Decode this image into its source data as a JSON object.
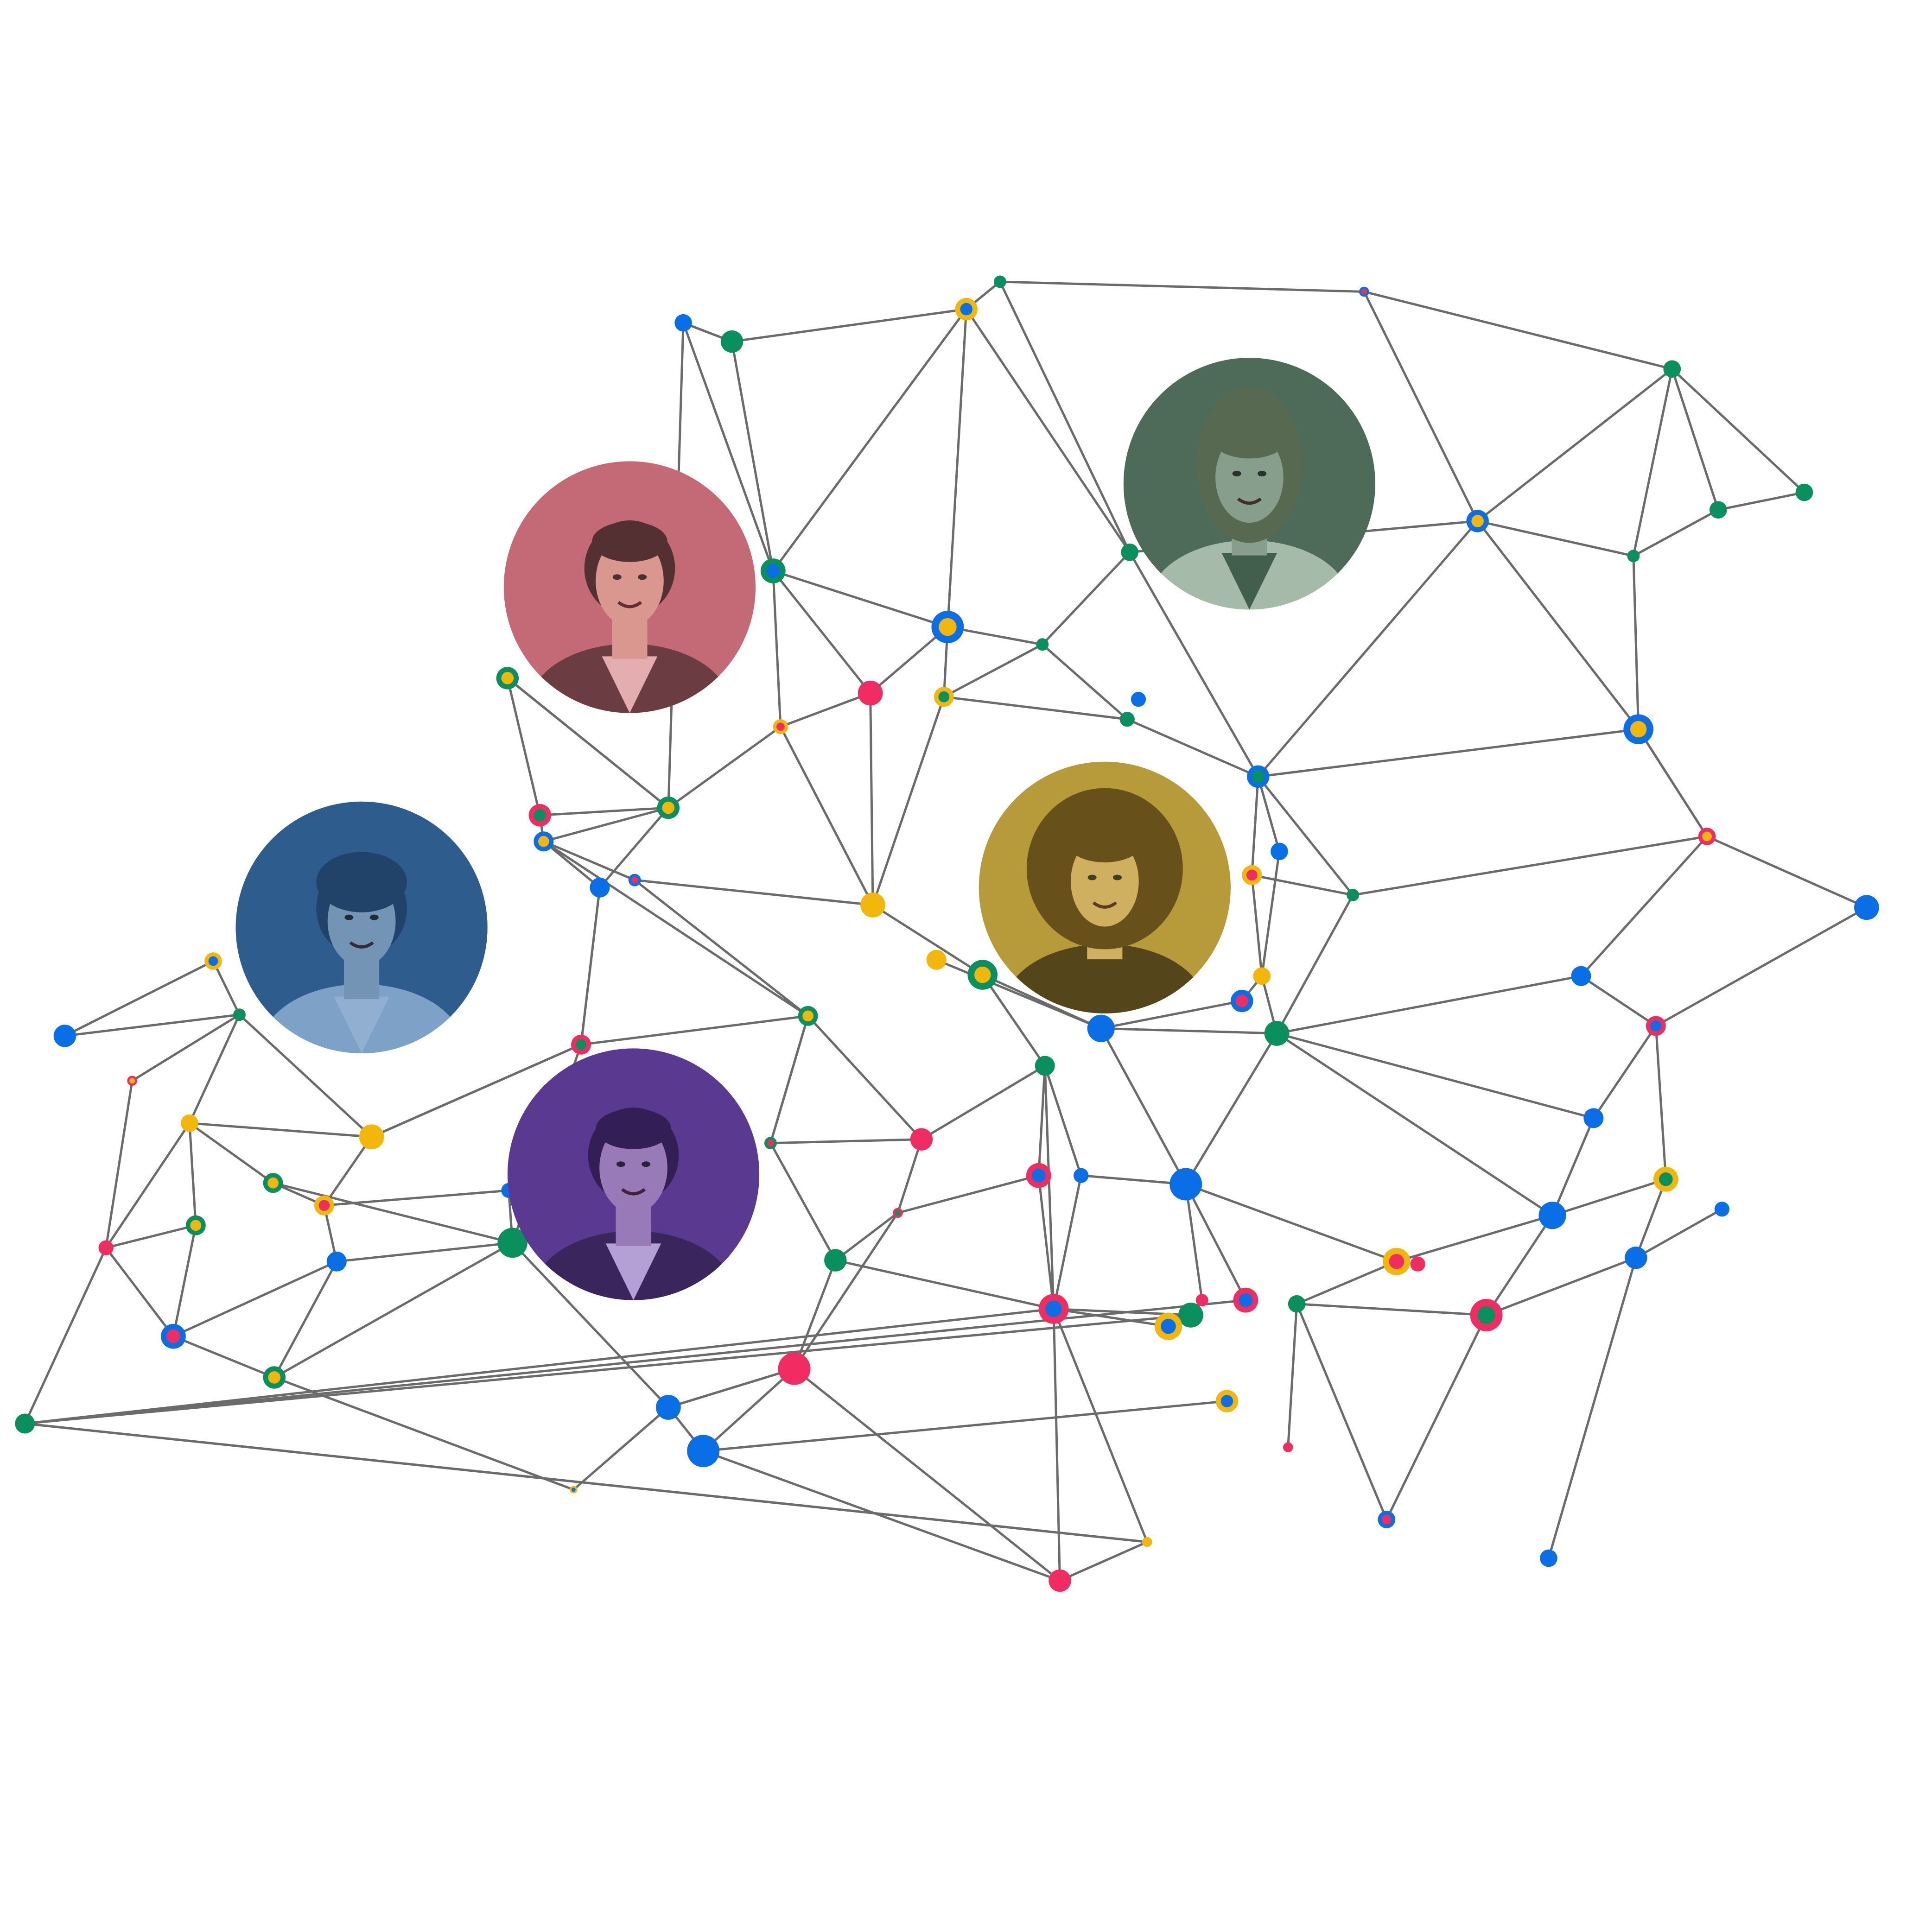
{
  "colors": {
    "background": "#ffffff",
    "edge": "#6b6b6b",
    "blue": "#0a6fe6",
    "green": "#0a8f5e",
    "yellow": "#f2b70a",
    "pink": "#f02c62",
    "brown": "#8a5a2a"
  },
  "avatars": [
    {
      "name": "avatar-man-red-tint",
      "tint": "#c46a78",
      "skin": "#e2a89a",
      "hair": "#2a1a1a",
      "cloth": "#4a2a30",
      "shirt": "#f0c8c8"
    },
    {
      "name": "avatar-woman-green-tint",
      "tint": "#4e6a58",
      "skin": "#9bb29e",
      "hair": "#5a6a4e",
      "cloth": "#c8d8c8",
      "shirt": "#3e5a48"
    },
    {
      "name": "avatar-man-turban-blue-tint",
      "tint": "#2e5c8c",
      "skin": "#8fa9c6",
      "hair": "#1c3a5c",
      "cloth": "#9dbbe0",
      "shirt": "#b8d0ec"
    },
    {
      "name": "avatar-woman-yellow-tint",
      "tint": "#b89a3a",
      "skin": "#d8b870",
      "hair": "#4a3410",
      "cloth": "#2e2410",
      "shirt": "#2e2410"
    },
    {
      "name": "avatar-man-purple-tint",
      "tint": "#5a3a90",
      "skin": "#b094c8",
      "hair": "#241440",
      "cloth": "#2e1e4a",
      "shirt": "#d8c8f0"
    }
  ]
}
